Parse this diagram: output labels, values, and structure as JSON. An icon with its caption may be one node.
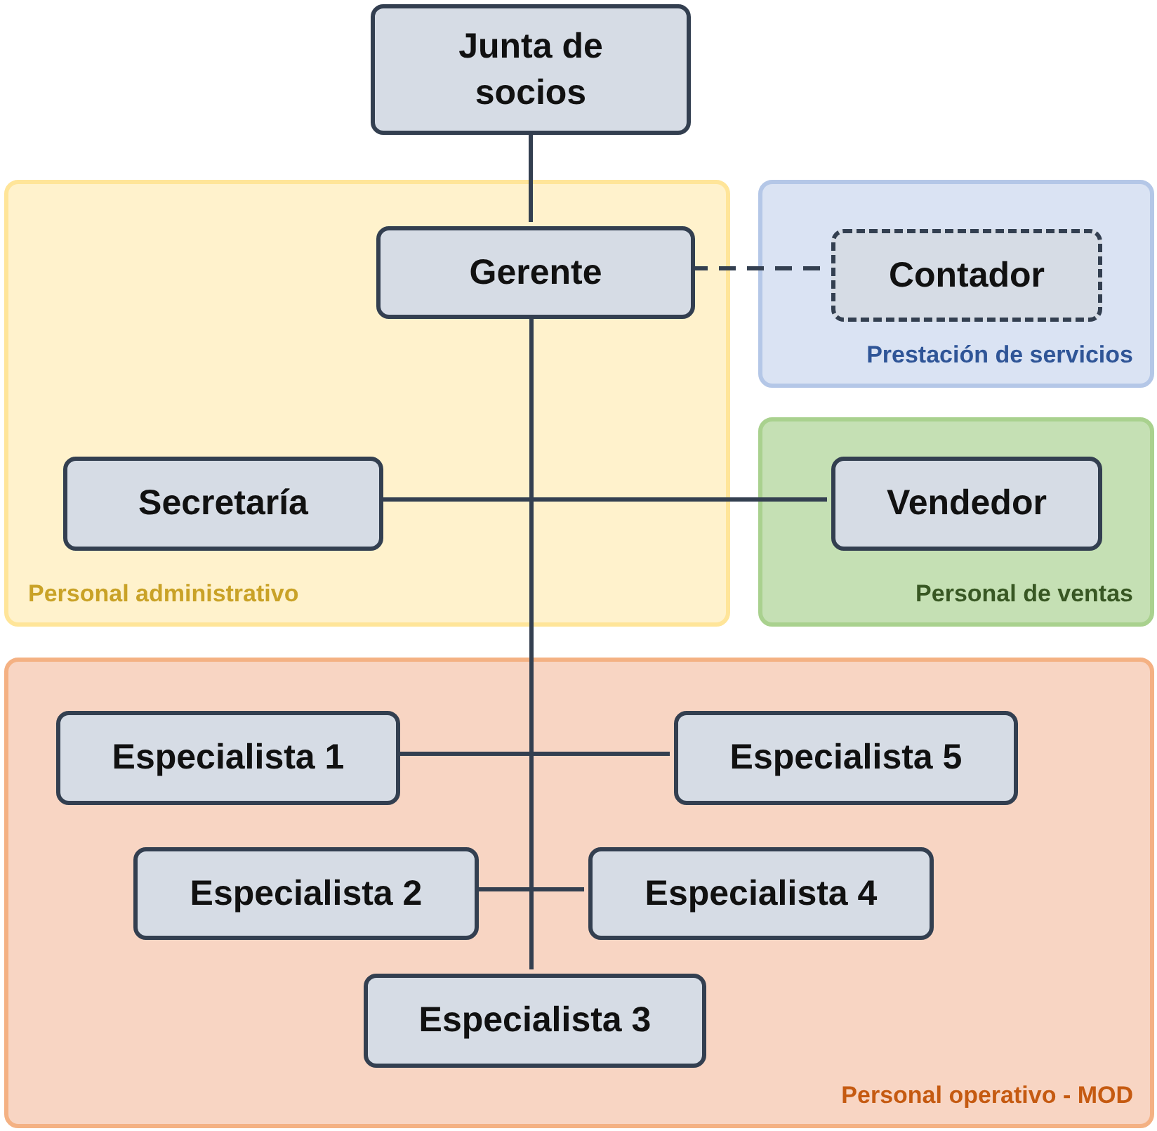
{
  "diagram": {
    "nodes": [
      {
        "text": [
          "Junta de socios"
        ]
      },
      {
        "text": [
          "Personal administrativo"
        ]
      },
      {
        "text": [
          "Gerente"
        ],
        "in": 1
      },
      {
        "text": [
          "Secretaría"
        ],
        "in": 1
      },
      {
        "text": [
          "Prestación de servicios"
        ]
      },
      {
        "text": [
          "Contador"
        ],
        "in": 4
      },
      {
        "text": [
          "Personal de ventas"
        ]
      },
      {
        "text": [
          "Vendedor"
        ],
        "in": 6
      },
      {
        "text": [
          "Personal operativo - MOD"
        ]
      },
      {
        "text": [
          "Especialista 1"
        ],
        "in": 8
      },
      {
        "text": [
          "Especialista 5"
        ],
        "in": 8
      },
      {
        "text": [
          "Especialista 2"
        ],
        "in": 8
      },
      {
        "text": [
          "Especialista 4"
        ],
        "in": 8
      },
      {
        "text": [
          "Especialista 3"
        ],
        "in": 8
      }
    ],
    "edges": [
      {
        "from": 0,
        "to": 2,
        "arrow": "none"
      },
      {
        "from": 2,
        "to": 5,
        "arrow": "none",
        "style": "dashed"
      },
      {
        "from": 2,
        "to": 3,
        "arrow": "none"
      },
      {
        "from": 2,
        "to": 7,
        "arrow": "none"
      },
      {
        "from": 2,
        "to": 9,
        "arrow": "none"
      },
      {
        "from": 2,
        "to": 10,
        "arrow": "none"
      },
      {
        "from": 2,
        "to": 11,
        "arrow": "none"
      },
      {
        "from": 2,
        "to": 12,
        "arrow": "none"
      },
      {
        "from": 2,
        "to": 13,
        "arrow": "none"
      }
    ]
  }
}
